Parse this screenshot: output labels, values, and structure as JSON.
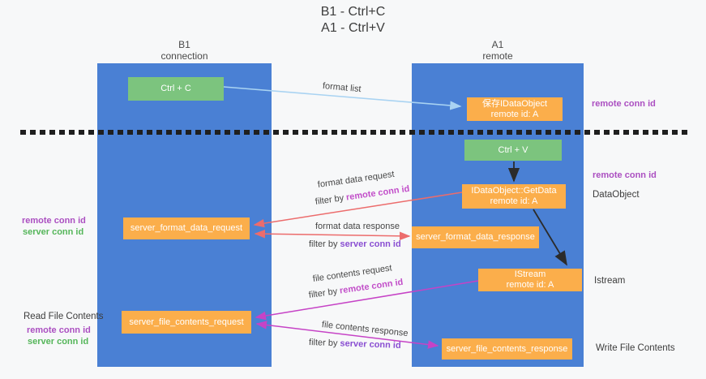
{
  "title": {
    "line1": "B1 - Ctrl+C",
    "line2": "A1 - Ctrl+V"
  },
  "columns": {
    "left": {
      "name": "B1",
      "role": "connection"
    },
    "right": {
      "name": "A1",
      "role": "remote"
    }
  },
  "boxes": {
    "ctrl_c": "Ctrl + C",
    "ctrl_v": "Ctrl + V",
    "save_idataobject": {
      "line1": "保存IDataObject",
      "line2": "remote id: A"
    },
    "getdata": {
      "line1": "IDataObject::GetData",
      "line2": "remote id: A"
    },
    "istream": {
      "line1": "IStream",
      "line2": "remote id: A"
    },
    "format_request": "server_format_data_request",
    "format_response": "server_format_data_response",
    "file_request": "server_file_contents_request",
    "file_response": "server_file_contents_response"
  },
  "arrow_labels": {
    "format_list": "format list",
    "format_data_request": "format data request",
    "format_data_response": "format data response",
    "file_contents_request": "file contents request",
    "file_contents_response": "file contents response",
    "filter_by": "filter by ",
    "remote_conn_id": "remote conn id",
    "server_conn_id": "server conn id"
  },
  "side_labels": {
    "remote_conn_id": "remote conn id",
    "server_conn_id": "server conn id",
    "dataobject": "DataObject",
    "istream": "Istream",
    "read_file_contents": "Read File Contents",
    "write_file_contents": "Write File Contents"
  },
  "colors": {
    "lifeline_blue": "#4a80d4",
    "box_green": "#7cc47e",
    "box_orange": "#fbae4b",
    "arrow_red": "#ec6c6c",
    "arrow_magenta": "#c643c6",
    "arrow_light_blue": "#a9d3f2",
    "arrow_black": "#2b2b2b",
    "label_remote_conn": "#c24ec9",
    "label_server_conn_filter": "#8a4fd2",
    "label_server_conn_side": "#55b65a"
  }
}
